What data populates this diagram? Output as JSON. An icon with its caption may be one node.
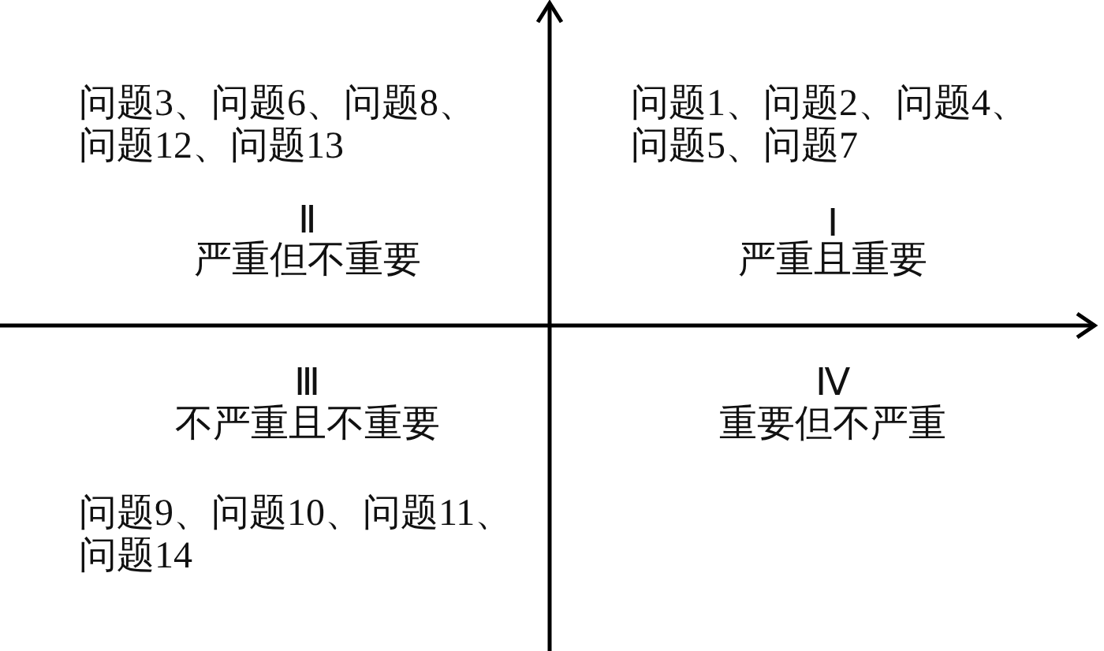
{
  "diagram": {
    "labels": [
      "问题3、问题6、问题8、问题12、问题13",
      "Ⅱ",
      "严重但不重要",
      "问题1、问题2、问题4、问题5、问题7",
      "Ⅰ",
      "严重且重要",
      "Ⅲ",
      "不严重且不重要",
      "Ⅳ",
      "重要但不严重",
      "问题9、问题10、问题11、问题14"
    ]
  }
}
